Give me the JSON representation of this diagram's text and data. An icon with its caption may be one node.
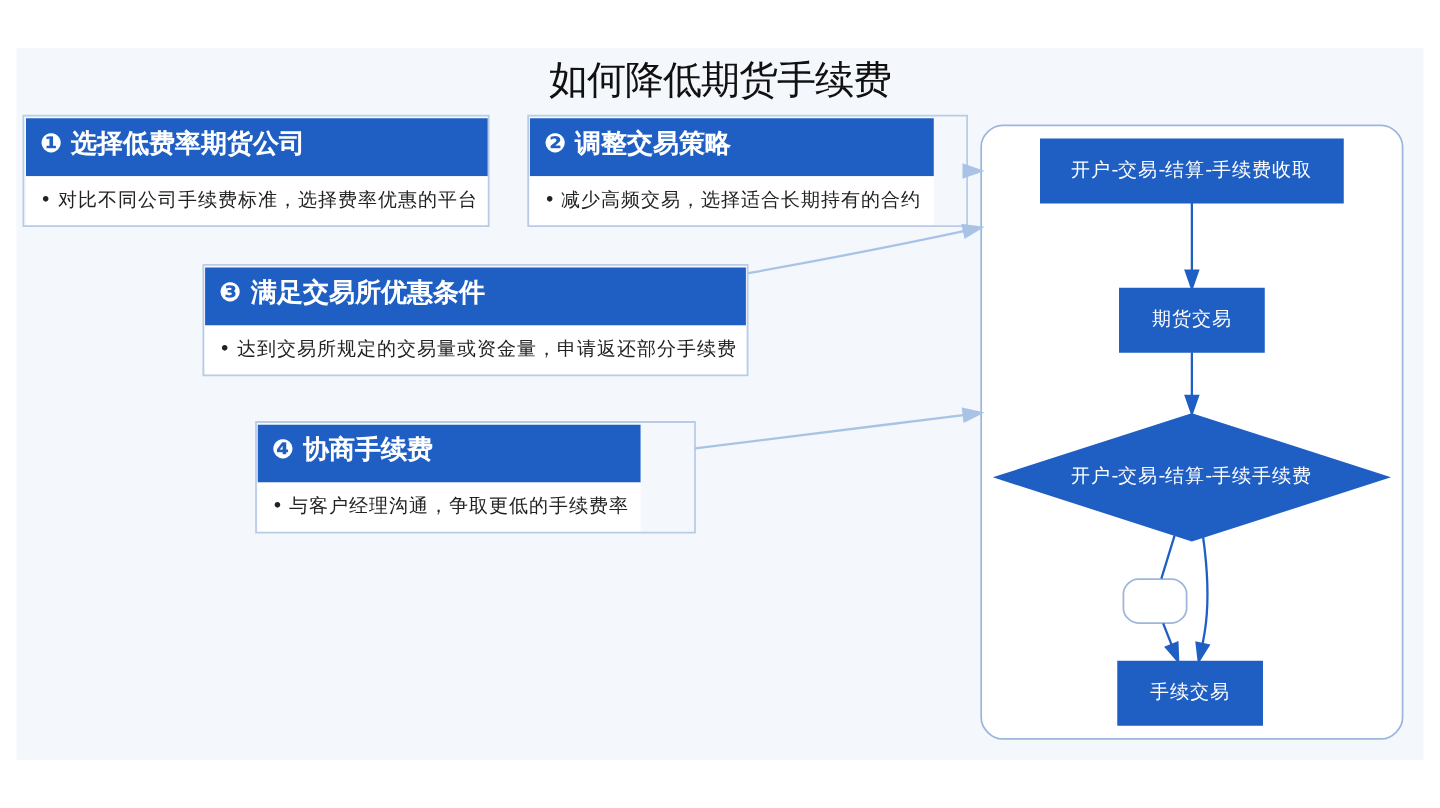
{
  "diagram": {
    "title": "如何降低期货手续费",
    "nodes": [
      {
        "text": [
          "❶ 选择低费率期货公司",
          "• 对比不同公司手续费标准，选择费率优惠的平台"
        ]
      },
      {
        "text": [
          "❷ 调整交易策略",
          "• 减少高频交易，选择适合长期持有的合约"
        ]
      },
      {
        "text": [
          "❸ 满足交易所优惠条件",
          "• 达到交易所规定的交易量或资金量，申请返还部分手续费"
        ]
      },
      {
        "text": [
          "❹ 协商手续费",
          "• 与客户经理沟通，争取更低的手续费率"
        ]
      },
      {
        "text": [],
        "shape": "box"
      },
      {
        "text": [
          "开户-交易-结算-手续费收取"
        ],
        "in": 4
      },
      {
        "text": [
          "期货交易"
        ],
        "in": 4
      },
      {
        "text": [
          "开户-交易-结算-手续手续费"
        ],
        "in": 4
      },
      {
        "text": [],
        "shape": "box",
        "in": 4
      },
      {
        "text": [
          "手续交易"
        ],
        "in": 4
      }
    ],
    "edges": [
      {
        "from": 1,
        "to": 4,
        "arrow": "to",
        "color": "#a9c3e6"
      },
      {
        "from": 2,
        "to": 4,
        "arrow": "to",
        "color": "#a9c3e6"
      },
      {
        "from": 3,
        "to": 4,
        "arrow": "to",
        "color": "#a9c3e6"
      },
      {
        "from": 5,
        "to": 6,
        "arrow": "to"
      },
      {
        "from": 6,
        "to": 7,
        "arrow": "to"
      },
      {
        "from": 7,
        "to": 8,
        "arrow": "none"
      },
      {
        "from": 8,
        "to": 9,
        "arrow": "to"
      },
      {
        "from": 7,
        "to": 9,
        "arrow": "to"
      }
    ]
  }
}
